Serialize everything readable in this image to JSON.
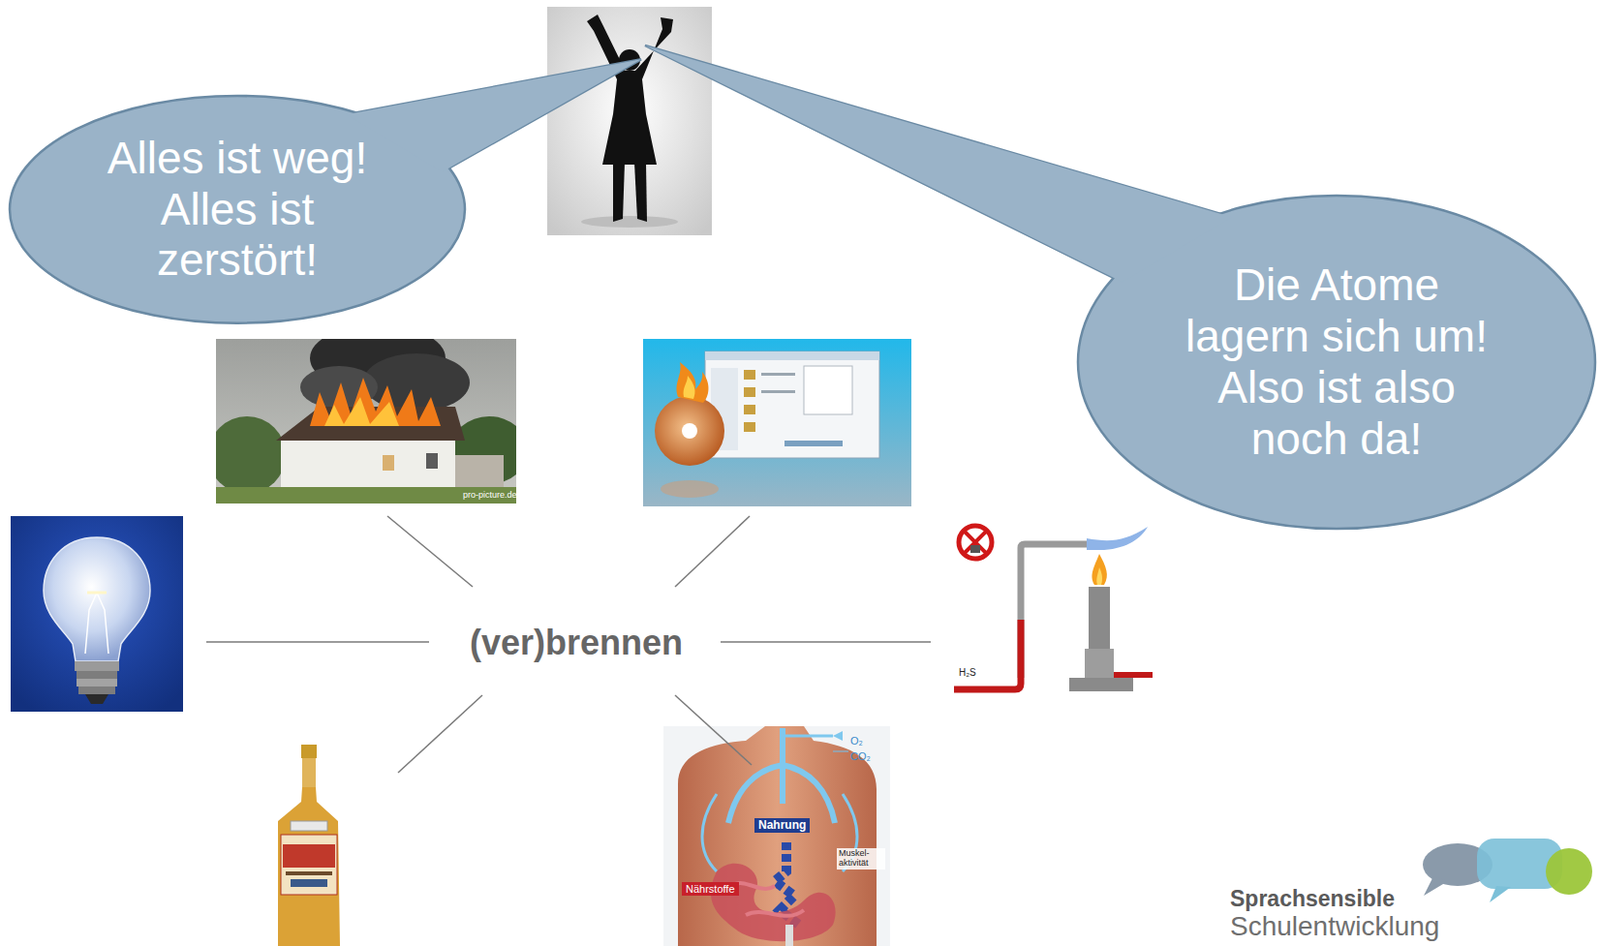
{
  "diagram": {
    "nodes": [
      {
        "text": [
          "Alles ist weg! Alles ist zerstört!"
        ]
      },
      {
        "text": [
          "Die Atome lagern sich um! Also ist also noch da!"
        ]
      }
    ],
    "labels": [
      "(ver)brennen",
      "pro-picture.de",
      "H₂S",
      "O₂",
      "CO₂",
      "Nahrung",
      "Muskel- aktivität",
      "Nährstoffe",
      "Sprachsensible",
      "Schulentwicklung"
    ]
  }
}
